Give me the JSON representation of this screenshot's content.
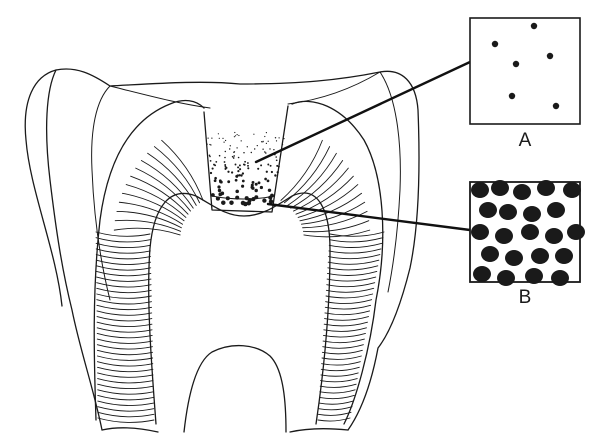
{
  "panel_a": {
    "label": "A"
  },
  "panel_b": {
    "label": "B"
  },
  "colors": {
    "ink": "#1a1a1a",
    "background": "#ffffff"
  },
  "icons": {
    "tooth": "molar-cross-section",
    "detail": "magnified-tubule-inset"
  }
}
